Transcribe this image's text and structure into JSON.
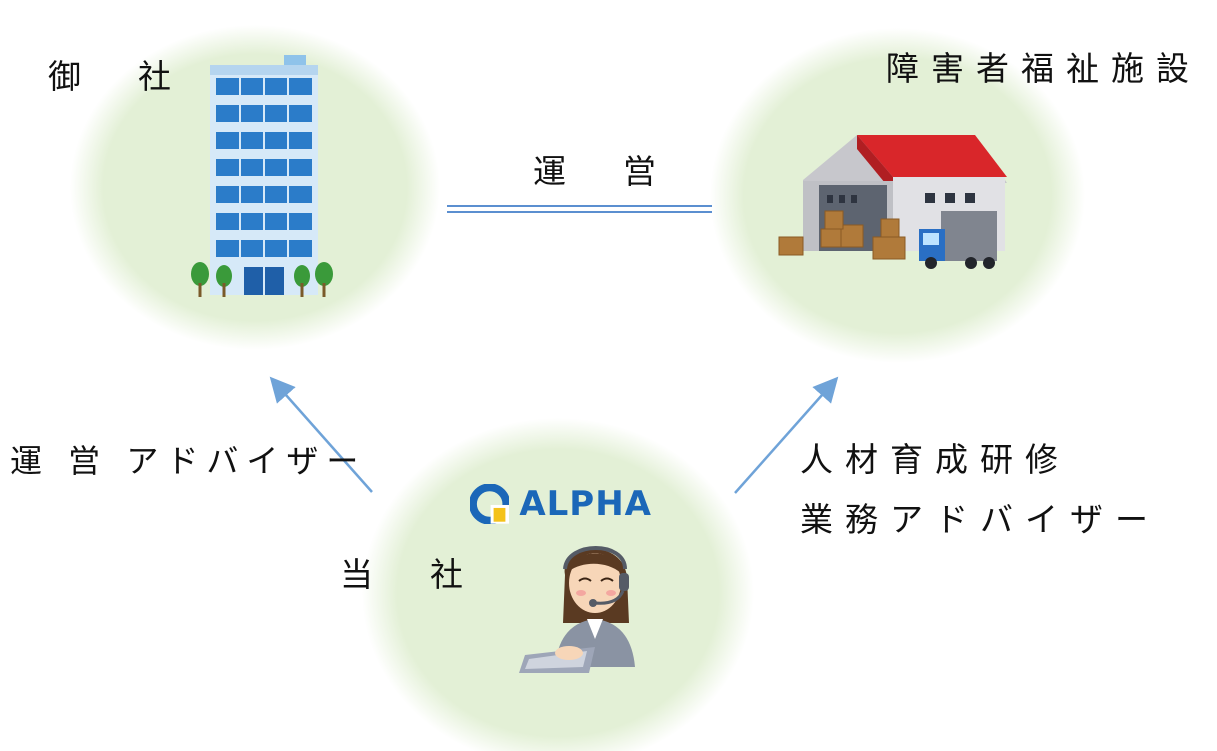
{
  "nodes": {
    "client": {
      "label": "御　社"
    },
    "facility": {
      "label": "障害者福祉施設"
    },
    "us": {
      "label": "当　社"
    }
  },
  "edges": {
    "operation": {
      "label": "運　営"
    },
    "operation_advisor": {
      "label": "運 営 アドバイザー"
    },
    "training": {
      "line1": "人材育成研修",
      "line2": "業務アドバイザー"
    }
  },
  "logo": {
    "text": "ALPHA"
  },
  "colors": {
    "circle_fill": "#e3f0d6",
    "arrow": "#6fa3d8",
    "double_line": "#5b8fd0",
    "logo_blue": "#1b67b8",
    "logo_yellow": "#f4c21a"
  }
}
